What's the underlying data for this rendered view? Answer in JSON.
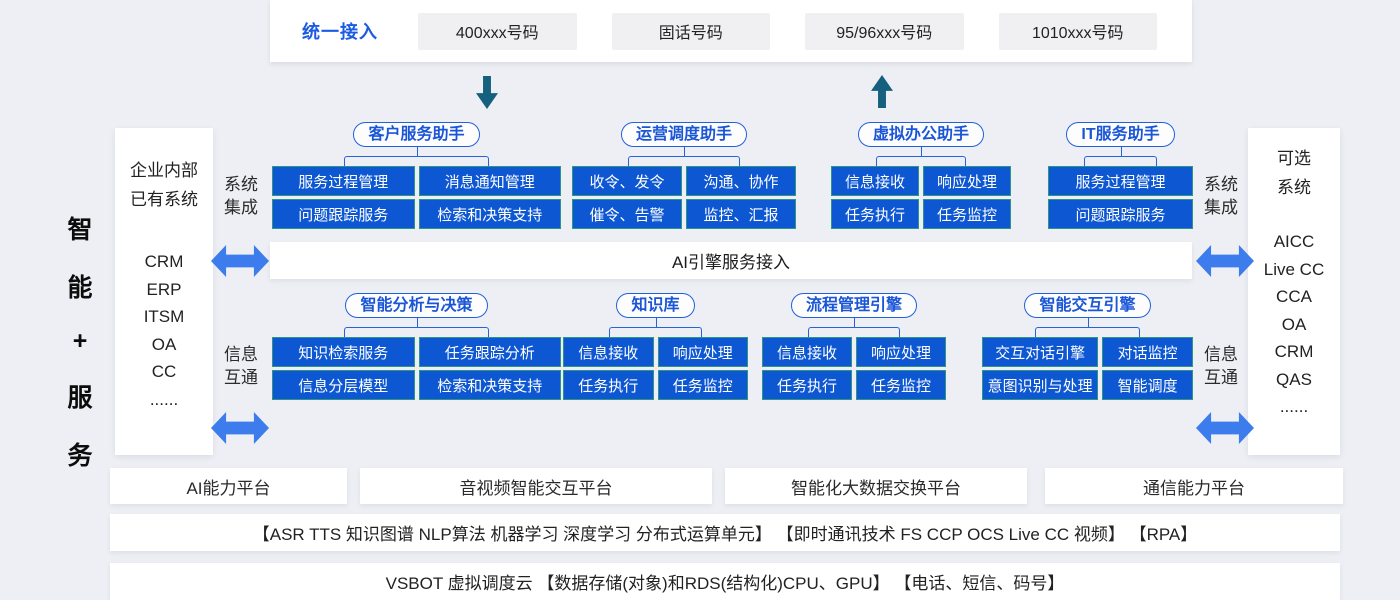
{
  "colors": {
    "background": "#edeff4",
    "module_blue": "#0d57d2",
    "module_border_teal": "#2d9585",
    "accent_blue": "#1b5ce2",
    "arrow_blue": "#3c7ced",
    "arrow_teal": "#14607e"
  },
  "top_bar": {
    "label": "统一接入",
    "chips": [
      "400xxx号码",
      "固话号码",
      "95/96xxx号码",
      "1010xxx号码"
    ]
  },
  "left_rail": {
    "chars": [
      "智",
      "能",
      "+",
      "服",
      "务"
    ]
  },
  "left_panel": {
    "title_lines": [
      "企业内部",
      "已有系统"
    ],
    "items": [
      "CRM",
      "ERP",
      "ITSM",
      "OA",
      "CC",
      "......"
    ]
  },
  "right_panel": {
    "title_lines": [
      "可选",
      "系统"
    ],
    "items": [
      "AICC",
      "Live CC",
      "CCA",
      "OA",
      "CRM",
      "QAS",
      "......"
    ]
  },
  "side_labels": {
    "integration": [
      "系统",
      "集成"
    ],
    "exchange": [
      "信息",
      "互通"
    ]
  },
  "upper_groups": [
    {
      "title": "客户服务助手",
      "boxes": [
        "服务过程管理",
        "消息通知管理",
        "问题跟踪服务",
        "检索和决策支持"
      ]
    },
    {
      "title": "运营调度助手",
      "boxes": [
        "收令、发令",
        "沟通、协作",
        "催令、告警",
        "监控、汇报"
      ]
    },
    {
      "title": "虚拟办公助手",
      "boxes": [
        "信息接收",
        "响应处理",
        "任务执行",
        "任务监控"
      ]
    },
    {
      "title": "IT服务助手",
      "boxes": [
        "服务过程管理",
        "问题跟踪服务"
      ]
    }
  ],
  "ai_bar": {
    "label": "AI引擎服务接入"
  },
  "lower_groups": [
    {
      "title": "智能分析与决策",
      "boxes": [
        "知识检索服务",
        "任务跟踪分析",
        "信息分层模型",
        "检索和决策支持"
      ]
    },
    {
      "title": "知识库",
      "boxes": [
        "信息接收",
        "响应处理",
        "任务执行",
        "任务监控"
      ]
    },
    {
      "title": "流程管理引擎",
      "boxes": [
        "信息接收",
        "响应处理",
        "任务执行",
        "任务监控"
      ]
    },
    {
      "title": "智能交互引擎",
      "boxes": [
        "交互对话引擎",
        "对话监控",
        "意图识别与处理",
        "智能调度"
      ]
    }
  ],
  "platforms": [
    "AI能力平台",
    "音视频智能交互平台",
    "智能化大数据交换平台",
    "通信能力平台"
  ],
  "bottom_bars": [
    "【ASR TTS 知识图谱 NLP算法 机器学习 深度学习 分布式运算单元】 【即时通讯技术 FS CCP OCS Live CC 视频】 【RPA】",
    "VSBOT 虚拟调度云 【数据存储(对象)和RDS(结构化)CPU、GPU】 【电话、短信、码号】"
  ]
}
